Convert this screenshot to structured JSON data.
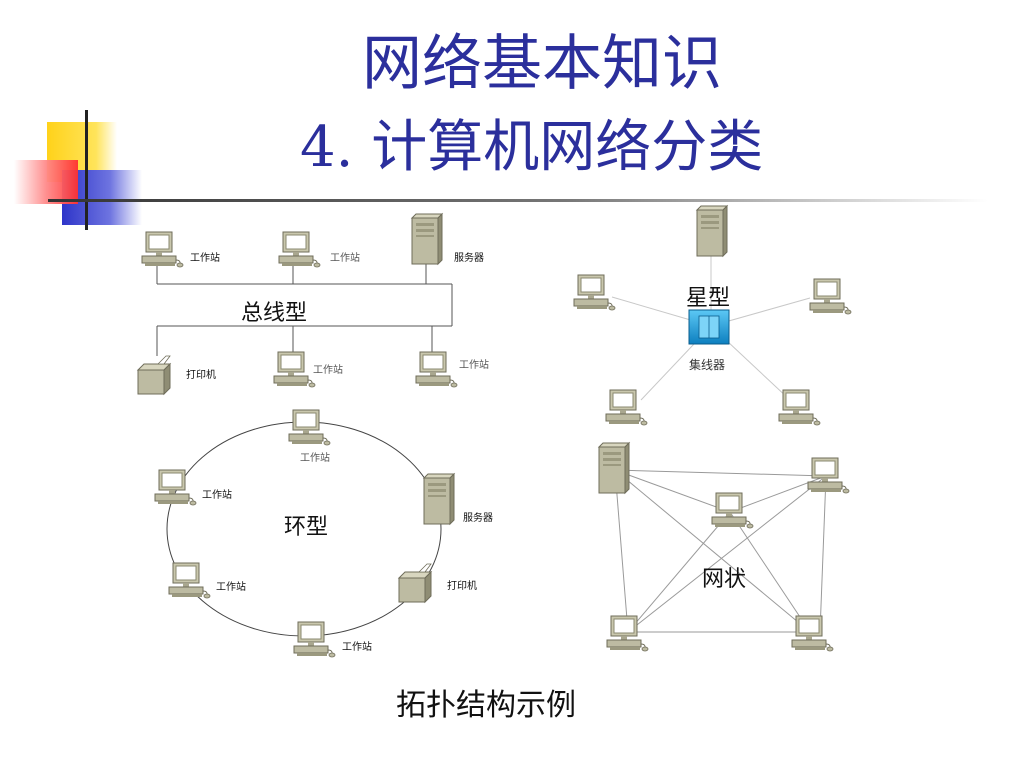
{
  "slide": {
    "title_line1": "网络基本知识",
    "title_line2": "4. 计算机网络分类",
    "caption": "拓扑结构示例"
  },
  "diagram": {
    "bus": {
      "label": "总线型",
      "top_nodes": [
        {
          "kind": "workstation",
          "label": "工作站"
        },
        {
          "kind": "workstation",
          "label": "工作站"
        },
        {
          "kind": "server",
          "label": "服务器"
        }
      ],
      "bottom_nodes": [
        {
          "kind": "printer",
          "label": "打印机"
        },
        {
          "kind": "workstation",
          "label": "工作站"
        },
        {
          "kind": "workstation",
          "label": "工作站"
        }
      ]
    },
    "star": {
      "label": "星型",
      "hub_label": "集线器"
    },
    "ring": {
      "label": "环型",
      "nodes": [
        {
          "kind": "workstation",
          "label": "工作站"
        },
        {
          "kind": "workstation",
          "label": "工作站"
        },
        {
          "kind": "server",
          "label": "服务器"
        },
        {
          "kind": "workstation",
          "label": "工作站"
        },
        {
          "kind": "printer",
          "label": "打印机"
        },
        {
          "kind": "workstation",
          "label": "工作站"
        }
      ]
    },
    "mesh": {
      "label": "网状"
    }
  },
  "colors": {
    "title": "#2b2f9c",
    "deco_yellow": "#ffd21a",
    "deco_red": "#ff4a4a",
    "deco_blue": "#2e35c9",
    "hub": "#1fa3e0",
    "device": "#b7b59c"
  }
}
